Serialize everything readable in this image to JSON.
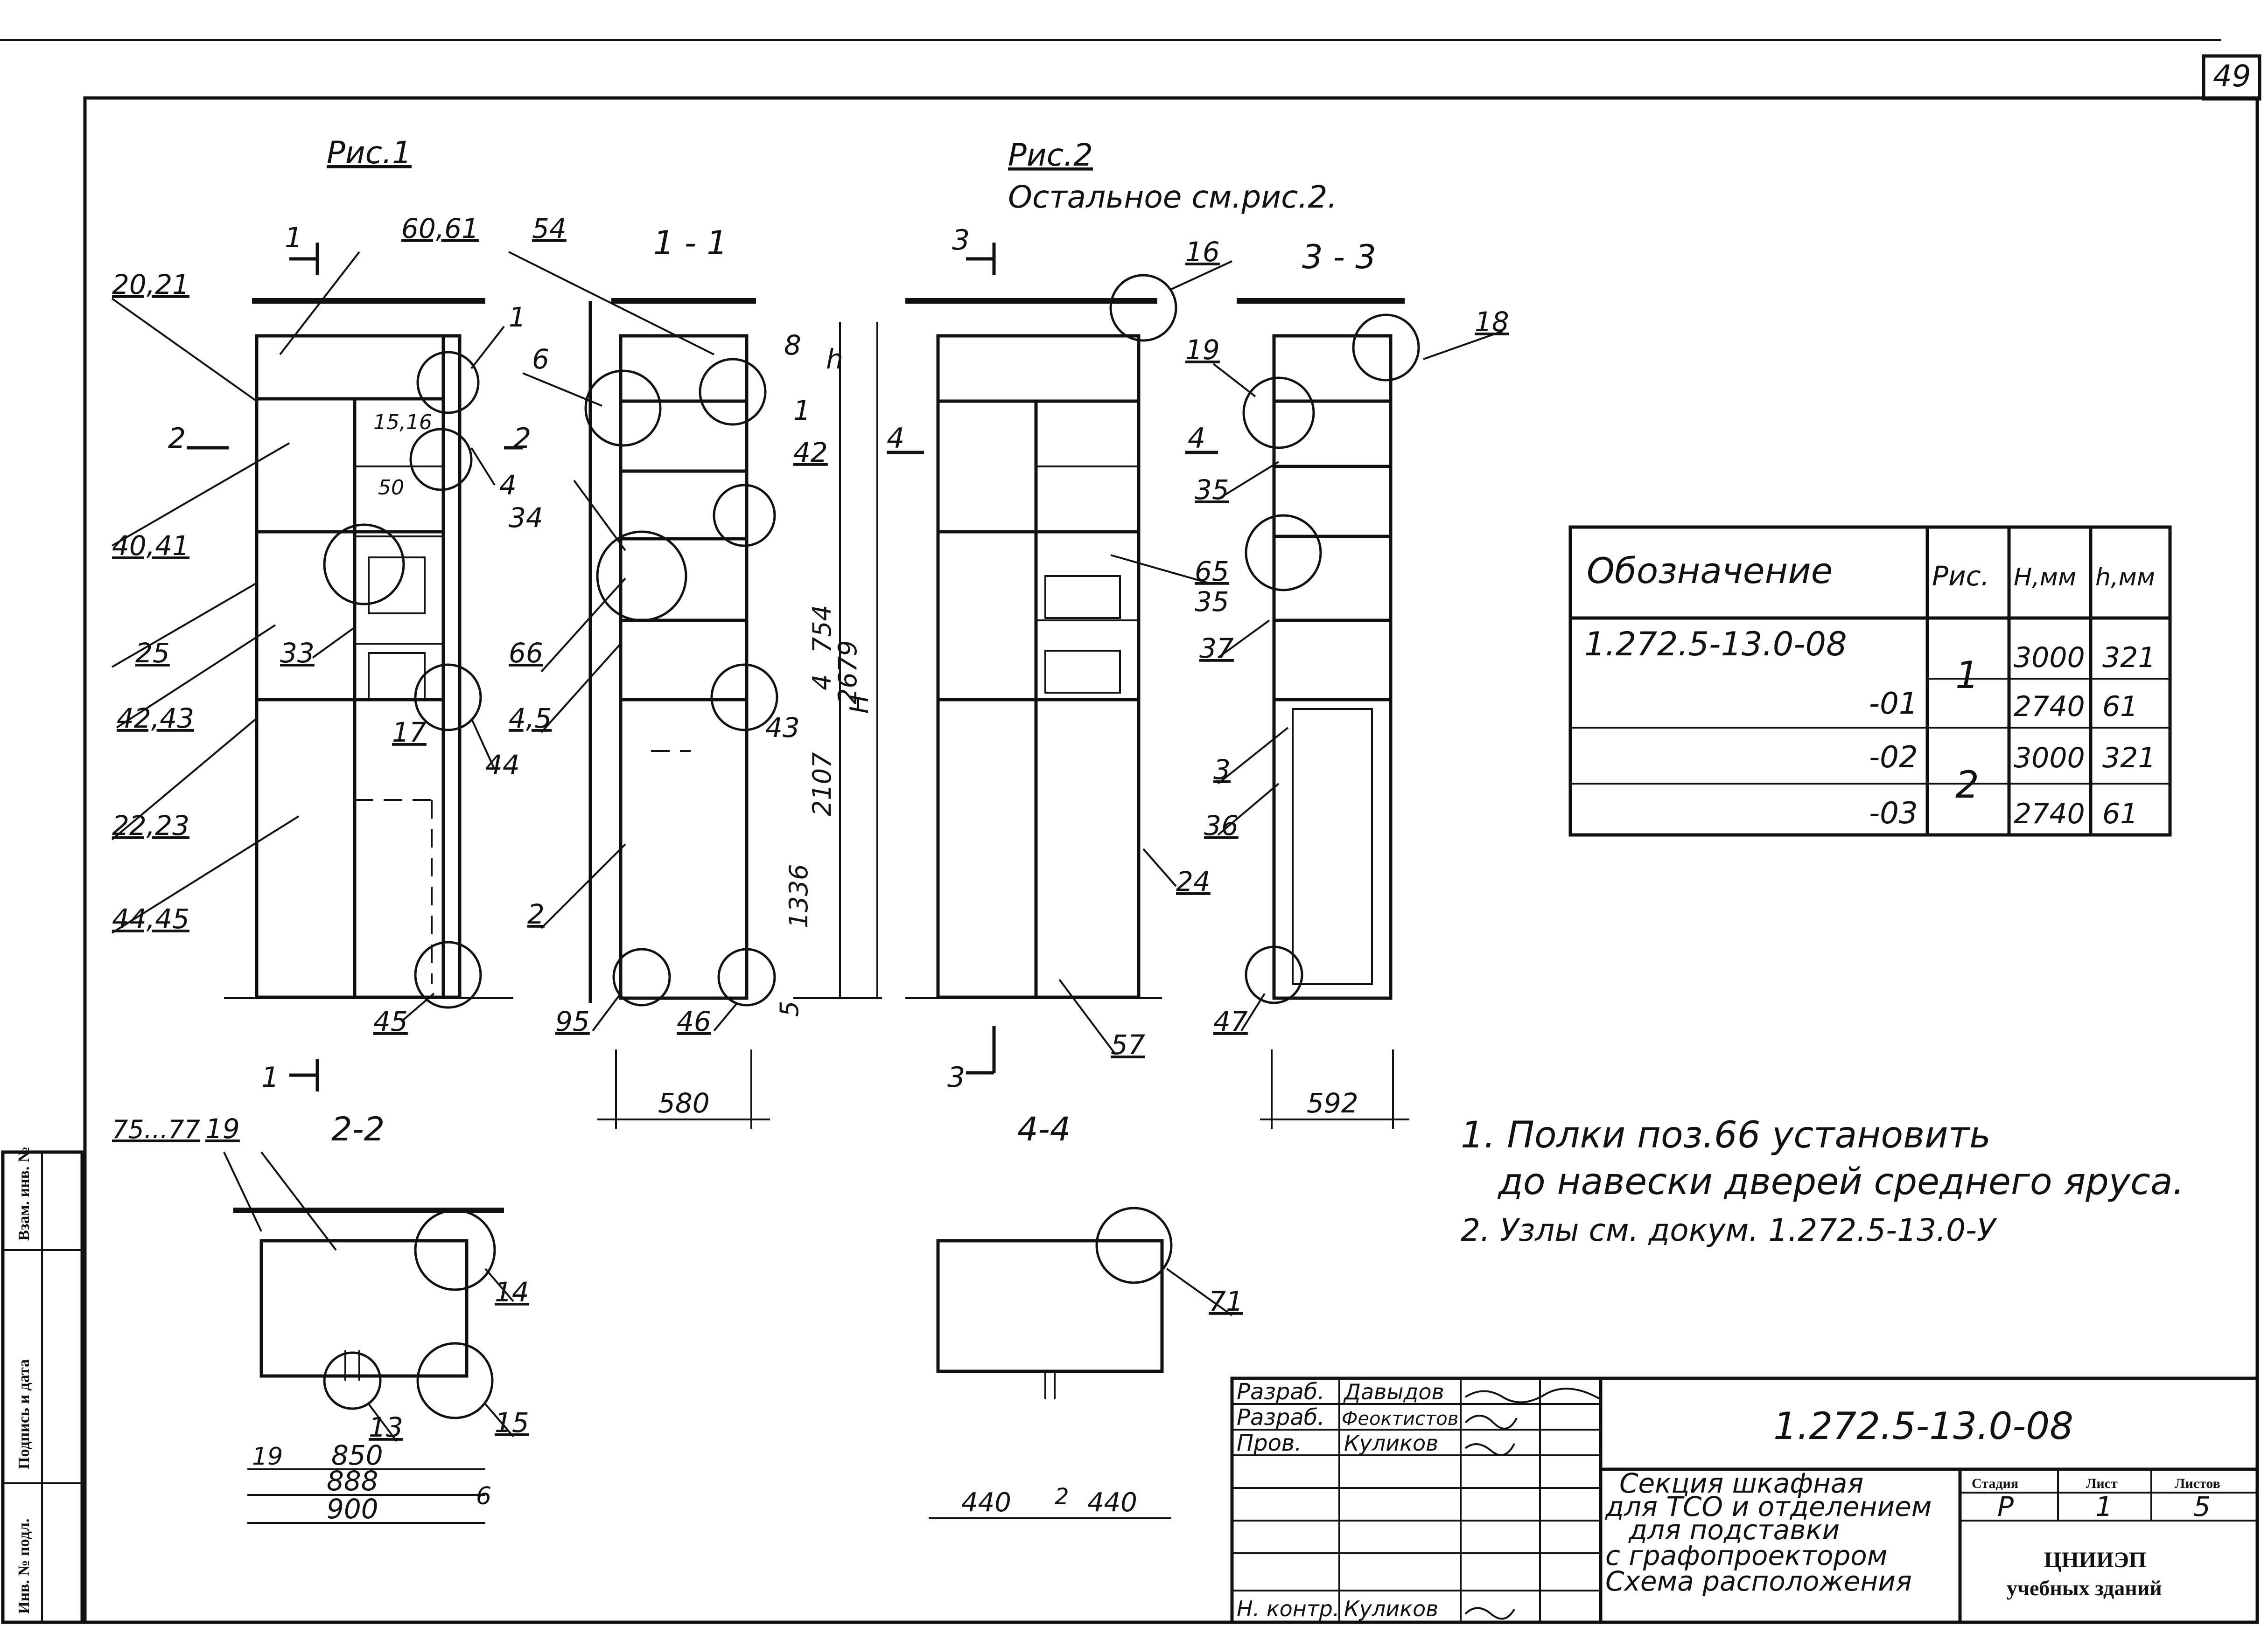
{
  "sheet": {
    "page_number": "49"
  },
  "views": {
    "ris1": "Рис.1",
    "ris2": "Рис.2",
    "ris2_note": "Остальное см.рис.2.",
    "sec_1_1": "1 - 1",
    "sec_3_3": "3 - 3",
    "sec_2_2": "2-2",
    "sec_4_4": "4-4"
  },
  "cut_marks": {
    "m1": "1",
    "m2": "2",
    "m3": "3",
    "m4": "4"
  },
  "callouts": {
    "c_20_21": "20,21",
    "c_60_61": "60,61",
    "c_1": "1",
    "c_15_16": "15,16",
    "c_50": "50",
    "c_4": "4",
    "c_40_41": "40,41",
    "c_25": "25",
    "c_33": "33",
    "c_42_43": "42,43",
    "c_17": "17",
    "c_44": "44",
    "c_22_23": "22,23",
    "c_44_45": "44,45",
    "c_45": "45",
    "c_54": "54",
    "c_6": "6",
    "c_8": "8",
    "c_h": "h",
    "c_1b": "1",
    "c_42": "42",
    "c_34": "34",
    "c_66": "66",
    "c_4_5": "4,5",
    "c_43": "43",
    "c_2": "2",
    "c_95": "95",
    "c_46": "46",
    "c_16": "16",
    "c_65": "65",
    "c_35a": "35",
    "c_24": "24",
    "c_57": "57",
    "c_18": "18",
    "c_19": "19",
    "c_35": "35",
    "c_37": "37",
    "c_3": "3",
    "c_36": "36",
    "c_47": "47",
    "c_75_77": "75...77",
    "c_19b": "19",
    "c_14": "14",
    "c_13": "13",
    "c_15": "15",
    "c_71": "71"
  },
  "dimensions": {
    "d_754": "754",
    "d_4": "4",
    "d_2107": "2107",
    "d_1336": "1336",
    "d_5": "5",
    "d_2679": "2679",
    "d_H": "H",
    "d_580": "580",
    "d_592": "592",
    "d_19": "19",
    "d_850": "850",
    "d_888": "888",
    "d_900": "900",
    "d_6": "6",
    "d_440a": "440",
    "d_2": "2",
    "d_440b": "440"
  },
  "table": {
    "headers": [
      "Обозначение",
      "Рис.",
      "H,мм",
      "h,мм"
    ],
    "rows": [
      {
        "designation": "1.272.5-13.0-08",
        "fig": "1",
        "H": "3000",
        "h": "321"
      },
      {
        "designation": "-01",
        "fig": "",
        "H": "2740",
        "h": "61"
      },
      {
        "designation": "-02",
        "fig": "2",
        "H": "3000",
        "h": "321"
      },
      {
        "designation": "-03",
        "fig": "",
        "H": "2740",
        "h": "61"
      }
    ]
  },
  "notes": [
    "1. Полки поз.66 установить",
    "до навески дверей среднего яруса.",
    "2. Узлы см. докум. 1.272.5-13.0-У"
  ],
  "side_stamp": [
    "Инв. № подл.",
    "Подпись и дата",
    "Взам. инв. №"
  ],
  "title_block": {
    "doc_code": "1.272.5-13.0-08",
    "roles": [
      "Разраб.",
      "Разраб.",
      "Пров.",
      "Н. контр."
    ],
    "names": [
      "Давыдов",
      "Феоктистов",
      "Куликов",
      "Куликов"
    ],
    "title_lines": [
      "Секция шкафная",
      "для ТСО и отделением",
      "для подставки",
      "с графопроектором",
      "Схема расположения"
    ],
    "stage_label": "Стадия",
    "sheet_label": "Лист",
    "sheets_label": "Листов",
    "stage": "Р",
    "sheet": "1",
    "sheets": "5",
    "org_line1": "ЦНИИЭП",
    "org_line2": "учебных зданий"
  }
}
